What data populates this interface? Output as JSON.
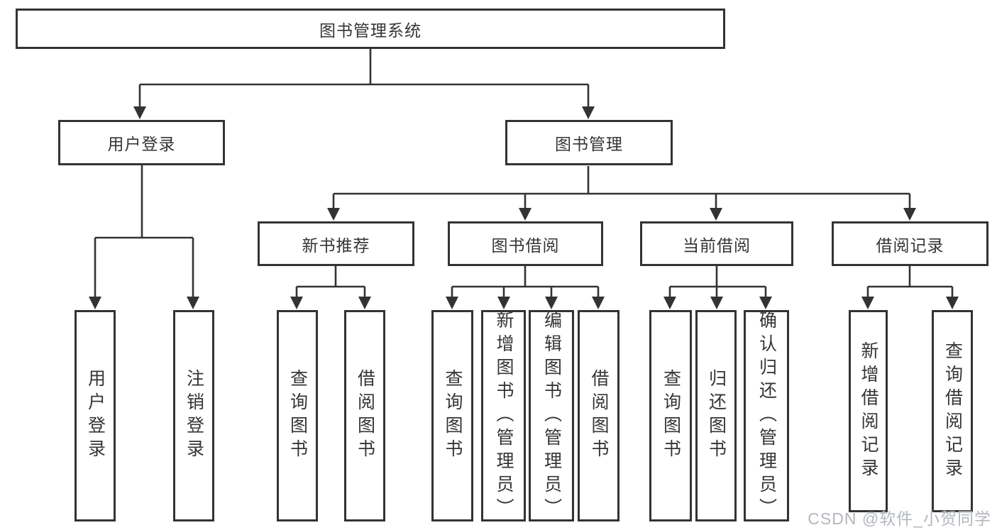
{
  "tree": {
    "label": "图书管理系统",
    "children": [
      {
        "label": "用户登录",
        "children": [
          {
            "label": "用户登录"
          },
          {
            "label": "注销登录"
          }
        ]
      },
      {
        "label": "图书管理",
        "children": [
          {
            "label": "新书推荐",
            "children": [
              {
                "label": "查询图书"
              },
              {
                "label": "借阅图书"
              }
            ]
          },
          {
            "label": "图书借阅",
            "children": [
              {
                "label": "查询图书"
              },
              {
                "label": "新增图书（管理员）"
              },
              {
                "label": "编辑图书（管理员）"
              },
              {
                "label": "借阅图书"
              }
            ]
          },
          {
            "label": "当前借阅",
            "children": [
              {
                "label": "查询图书"
              },
              {
                "label": "归还图书"
              },
              {
                "label": "确认归还（管理员）"
              }
            ]
          },
          {
            "label": "借阅记录",
            "children": [
              {
                "label": "新增借阅记录"
              },
              {
                "label": "查询借阅记录"
              }
            ]
          }
        ]
      }
    ]
  },
  "watermark": {
    "text": "CSDN @软件_小贺同学"
  },
  "colors": {
    "line": "#333333",
    "border": "#333333",
    "text": "#353535",
    "background": "#ffffff",
    "watermark": "#b3b7bd"
  }
}
